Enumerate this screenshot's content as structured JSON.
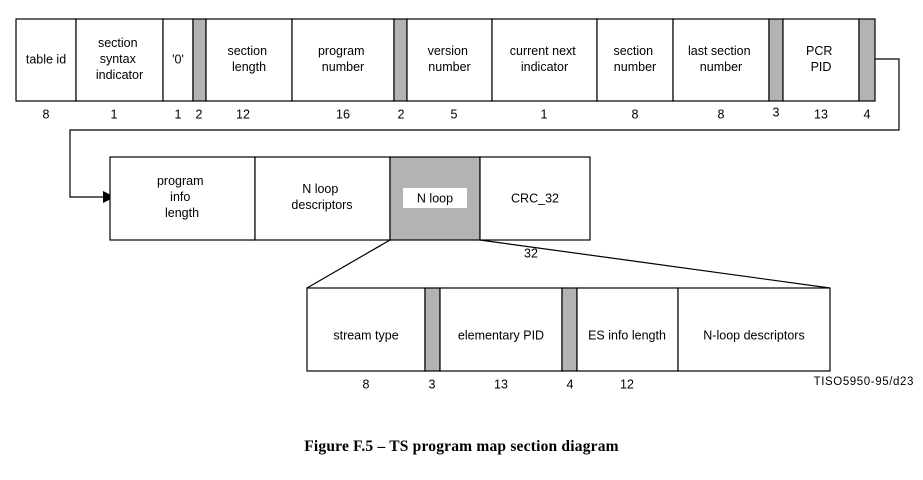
{
  "figure": {
    "caption": "Figure F.5 – TS program map section diagram",
    "reference_code": "TISO5950-95/d23",
    "colors": {
      "gray_field": "#b3b3b3",
      "line": "#000000",
      "background": "#ffffff"
    }
  },
  "chart_data": {
    "type": "diagram",
    "title": "TS program map section diagram",
    "rows": [
      {
        "name": "row-1",
        "fields": [
          {
            "label": "table id",
            "bits": "8",
            "reserved": false
          },
          {
            "label": "section syntax indicator",
            "bits": "1",
            "reserved": false
          },
          {
            "label": "'0'",
            "bits": "1",
            "reserved": false
          },
          {
            "label": "",
            "bits": "2",
            "reserved": true
          },
          {
            "label": "section length",
            "bits": "12",
            "reserved": false
          },
          {
            "label": "program number",
            "bits": "16",
            "reserved": false
          },
          {
            "label": "",
            "bits": "2",
            "reserved": true
          },
          {
            "label": "version number",
            "bits": "5",
            "reserved": false
          },
          {
            "label": "current next indicator",
            "bits": "1",
            "reserved": false
          },
          {
            "label": "section number",
            "bits": "8",
            "reserved": false
          },
          {
            "label": "last section number",
            "bits": "8",
            "reserved": false
          },
          {
            "label": "",
            "bits": "3",
            "reserved": true
          },
          {
            "label": "PCR PID",
            "bits": "13",
            "reserved": false
          },
          {
            "label": "",
            "bits": "4",
            "reserved": true
          }
        ]
      },
      {
        "name": "row-2",
        "fields": [
          {
            "label": "program info length",
            "bits": "",
            "reserved": false
          },
          {
            "label": "N loop descriptors",
            "bits": "",
            "reserved": false
          },
          {
            "label": "N loop",
            "bits": "",
            "reserved": true,
            "highlight": true
          },
          {
            "label": "CRC_32",
            "bits": "32",
            "reserved": false
          }
        ]
      },
      {
        "name": "row-3",
        "fields": [
          {
            "label": "stream type",
            "bits": "8",
            "reserved": false
          },
          {
            "label": "",
            "bits": "3",
            "reserved": true
          },
          {
            "label": "elementary PID",
            "bits": "13",
            "reserved": false
          },
          {
            "label": "",
            "bits": "4",
            "reserved": true
          },
          {
            "label": "ES info length",
            "bits": "12",
            "reserved": false
          },
          {
            "label": "N-loop descriptors",
            "bits": "",
            "reserved": false
          }
        ]
      }
    ],
    "annotations": [
      {
        "label": "32",
        "describes": "CRC_32 field width"
      }
    ]
  }
}
